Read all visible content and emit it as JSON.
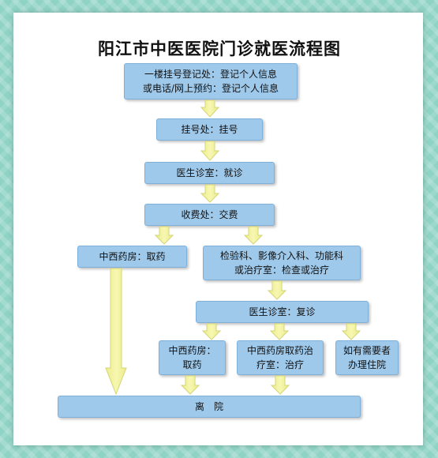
{
  "title": "阳江市中医医院门诊就医流程图",
  "steps": {
    "register": {
      "line1": "一楼挂号登记处：登记个人信息",
      "line2": "或电话/网上预约：登记个人信息"
    },
    "guahao": {
      "line1": "挂号处：挂号"
    },
    "doctor": {
      "line1": "医生诊室：就诊"
    },
    "payment": {
      "line1": "收费处：交费"
    },
    "pharmacy_a": {
      "line1": "中西药房：取药"
    },
    "exam": {
      "line1": "检验科、影像介入科、功能科",
      "line2": "或治疗室：检查或治疗"
    },
    "revisit": {
      "line1": "医生诊室：复诊"
    },
    "pharmacy_b": {
      "line1": "中西药房：",
      "line2": "取药"
    },
    "pharmacy_treat": {
      "line1": "中西药房取药治",
      "line2": "疗室：治疗"
    },
    "hospitalize": {
      "line1": "如有需要者",
      "line2": "办理住院"
    },
    "leave": {
      "line1": "离　院"
    }
  },
  "colors": {
    "box": "#9fc9eb",
    "arrow": "#f3f39e",
    "background": "#8fd3c5"
  }
}
